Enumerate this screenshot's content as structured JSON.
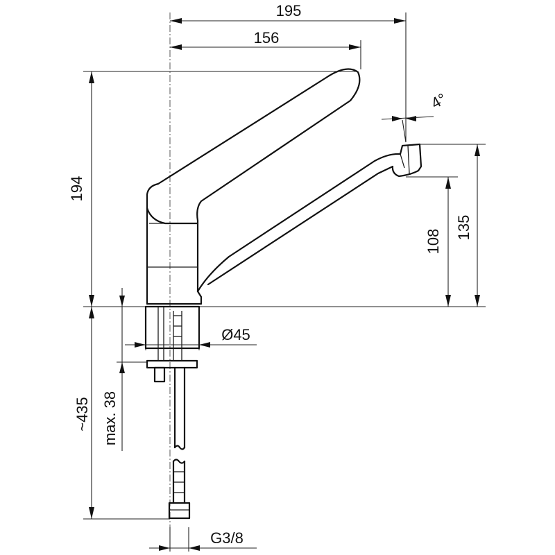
{
  "diagram": {
    "dimensions": {
      "overall_reach": "195",
      "handle_reach": "156",
      "angle": "4°",
      "total_height": "194",
      "spout_height": "135",
      "outlet_height": "108",
      "diameter": "Ø45",
      "max_thickness": "max. 38",
      "hose_length": "~435",
      "thread": "G3/8"
    }
  }
}
